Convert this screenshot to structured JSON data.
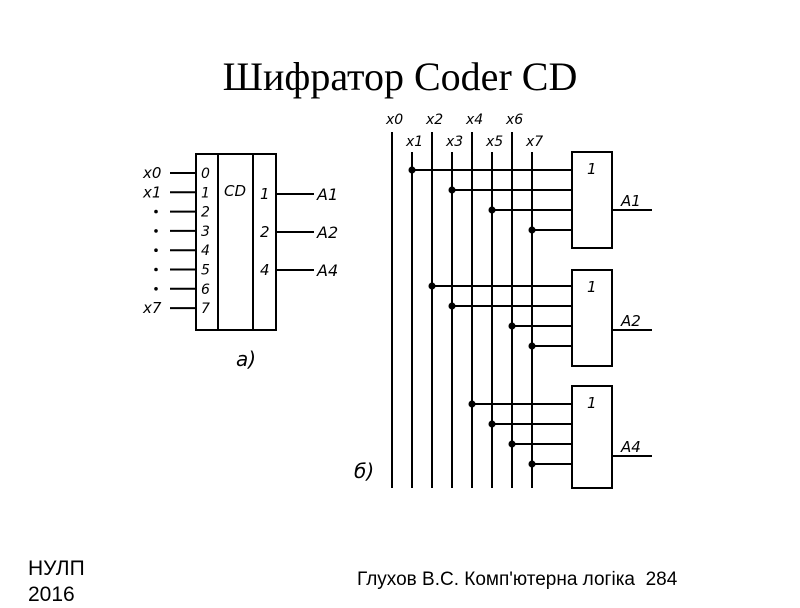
{
  "slide": {
    "title": "Шифратор Coder CD",
    "footer_org": "НУЛП",
    "footer_year": "2016",
    "footer_author": "Глухов В.С. Комп'ютерна логіка",
    "page_number": "284"
  },
  "diagram_a": {
    "caption": "а)",
    "block_label": "CD",
    "input_names": [
      "x0",
      "x1",
      "",
      "",
      "",
      "",
      "",
      "x7"
    ],
    "input_pins": [
      "0",
      "1",
      "2",
      "3",
      "4",
      "5",
      "6",
      "7"
    ],
    "output_pins": [
      "1",
      "2",
      "4"
    ],
    "output_names": [
      "A1",
      "A2",
      "A4"
    ]
  },
  "diagram_b": {
    "caption": "б)",
    "input_labels": [
      "x0",
      "x1",
      "x2",
      "x3",
      "x4",
      "x5",
      "x6",
      "x7"
    ],
    "gate_symbol": "1",
    "gate_outputs": [
      "A1",
      "A2",
      "A4"
    ]
  }
}
